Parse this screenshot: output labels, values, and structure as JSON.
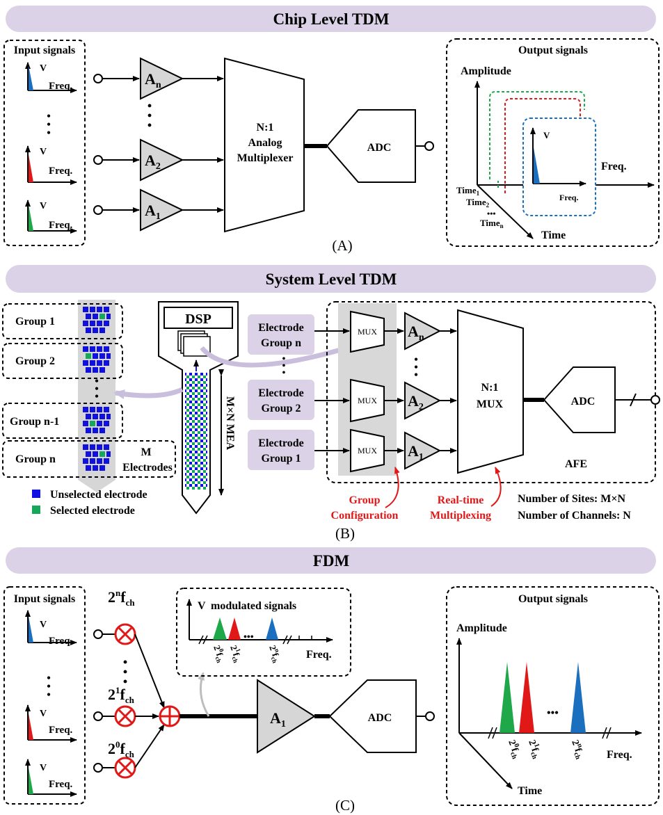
{
  "panels": {
    "a": {
      "title": "Chip Level TDM",
      "caption": "(A)",
      "input_box": {
        "title": "Input signals",
        "v": "V",
        "freq": "Freq."
      },
      "amp_labels": [
        "A",
        "A",
        "A"
      ],
      "amp_subs": [
        "n",
        "2",
        "1"
      ],
      "mux": [
        "N:1",
        "Analog",
        "Multiplexer"
      ],
      "adc": "ADC",
      "output_box": {
        "title": "Output signals",
        "amplitude": "Amplitude",
        "freq": "Freq.",
        "time": "Time",
        "inner_v": "V",
        "inner_freq": "Freq.",
        "time_labels": [
          {
            "base": "Time",
            "sub": "1",
            "color": "#1fa84a"
          },
          {
            "base": "Time",
            "sub": "2",
            "color": "#e01818"
          },
          {
            "base": "Time",
            "sub": "n",
            "color": "#1b6fbf"
          }
        ]
      }
    },
    "b": {
      "title": "System Level TDM",
      "caption": "(B)",
      "groups": [
        "Group 1",
        "Group 2",
        "Group n-1",
        "Group n"
      ],
      "m_electrodes": [
        "M",
        "Electrodes"
      ],
      "legend": [
        "Unselected electrode",
        "Selected electrode"
      ],
      "dsp": "DSP",
      "mea_label": "M×N MEA",
      "electrode_groups": [
        [
          "Electrode",
          "Group n"
        ],
        [
          "Electrode",
          "Group 2"
        ],
        [
          "Electrode",
          "Group 1"
        ]
      ],
      "mux_label": "MUX",
      "amp_labels": [
        "A",
        "A",
        "A"
      ],
      "amp_subs": [
        "n",
        "2",
        "1"
      ],
      "nmux": [
        "N:1",
        "MUX"
      ],
      "adc": "ADC",
      "afe": "AFE",
      "group_config": [
        "Group",
        "Configuration"
      ],
      "realtime": [
        "Real-time",
        "Multiplexing"
      ],
      "sites": "Number of Sites: M×N",
      "channels": "Number of Channels: N"
    },
    "c": {
      "title": "FDM",
      "caption": "(C)",
      "input_box": {
        "title": "Input signals",
        "v": "V",
        "freq": "Freq."
      },
      "carriers": [
        {
          "base": "2",
          "exp": "n",
          "f": "f",
          "sub": "ch"
        },
        {
          "base": "2",
          "exp": "1",
          "f": "f",
          "sub": "ch"
        },
        {
          "base": "2",
          "exp": "0",
          "f": "f",
          "sub": "ch"
        }
      ],
      "modulated": {
        "v": "V",
        "title": "modulated signals",
        "freq": "Freq.",
        "dots": "•••"
      },
      "amp": {
        "base": "A",
        "sub": "1"
      },
      "adc": "ADC",
      "output_box": {
        "title": "Output signals",
        "amplitude": "Amplitude",
        "freq": "Freq.",
        "time": "Time",
        "dots": "•••"
      },
      "freq_ticks": [
        {
          "base": "2",
          "exp": "0",
          "f": "f",
          "sub": "ch"
        },
        {
          "base": "2",
          "exp": "1",
          "f": "f",
          "sub": "ch"
        },
        {
          "base": "2",
          "exp": "n",
          "f": "f",
          "sub": "ch"
        }
      ]
    }
  },
  "colors": {
    "banner": "#dcd2e8",
    "green": "#1fa84a",
    "red": "#e01818",
    "blue": "#1b6fbf",
    "electrode_blue": "#1010e0",
    "electrode_green": "#16a85a",
    "arrow_lavender": "#c9bedc",
    "shade": "#d8d8d8"
  }
}
